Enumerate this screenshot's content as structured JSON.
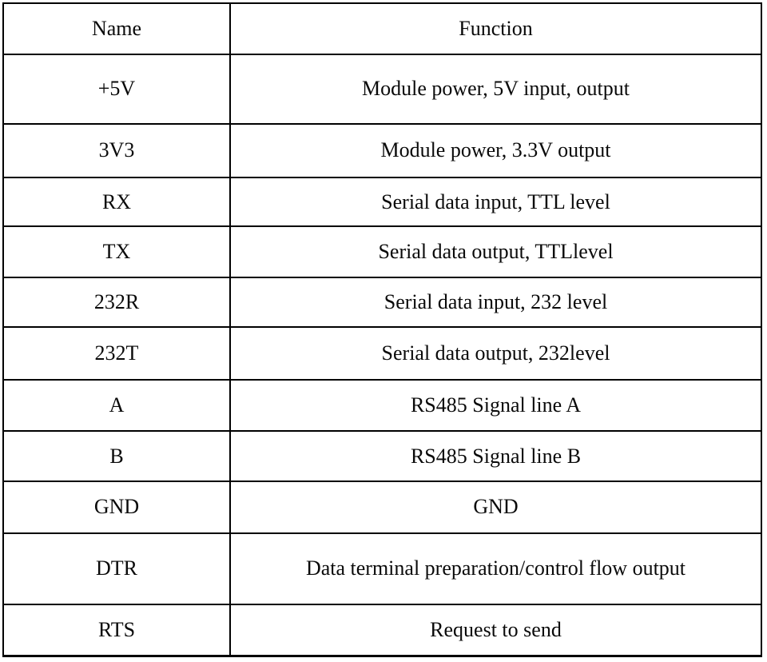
{
  "table": {
    "headers": {
      "name": "Name",
      "function": "Function"
    },
    "rows": [
      {
        "name": "+5V",
        "function": "Module power, 5V input, output"
      },
      {
        "name": "3V3",
        "function": "Module power, 3.3V output"
      },
      {
        "name": "RX",
        "function": "Serial data input, TTL level"
      },
      {
        "name": "TX",
        "function": "Serial data output, TTLlevel"
      },
      {
        "name": "232R",
        "function": "Serial data input, 232 level"
      },
      {
        "name": "232T",
        "function": "Serial data output, 232level"
      },
      {
        "name": "A",
        "function": "RS485 Signal line A"
      },
      {
        "name": "B",
        "function": "RS485 Signal line B"
      },
      {
        "name": "GND",
        "function": "GND"
      },
      {
        "name": "DTR",
        "function": "Data terminal preparation/control flow output"
      },
      {
        "name": "RTS",
        "function": "Request to send"
      }
    ],
    "colors": {
      "border": "#000000",
      "background": "#ffffff",
      "text": "#0a0a0a"
    }
  }
}
